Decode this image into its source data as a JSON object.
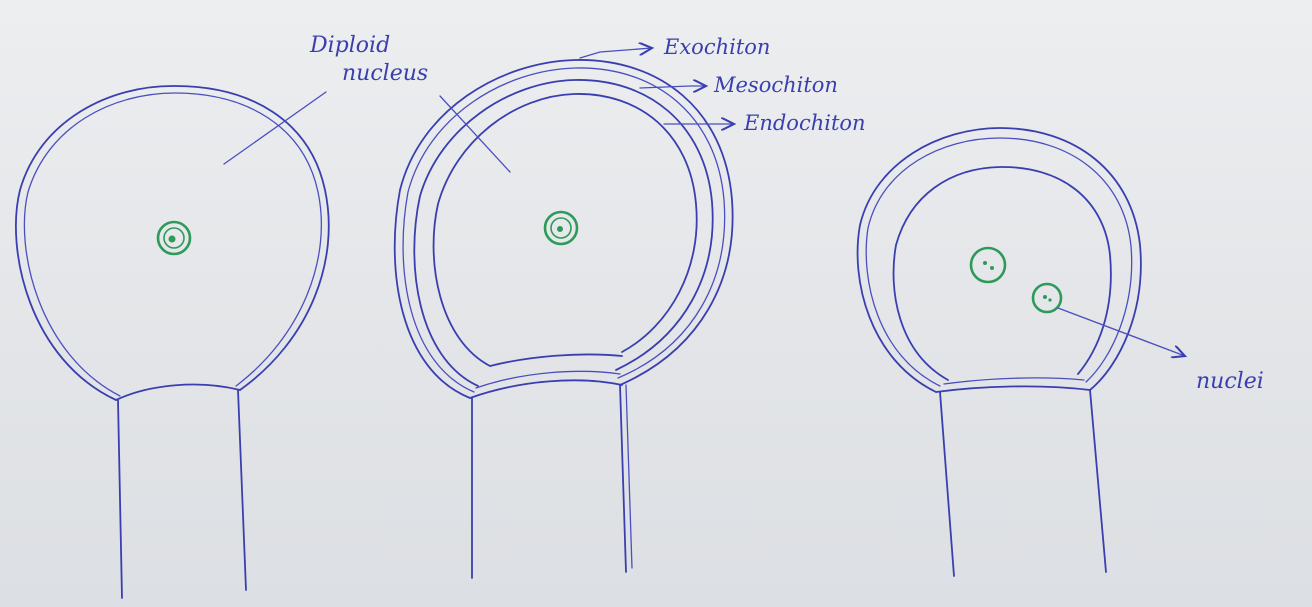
{
  "labels": {
    "diploid": "Diploid",
    "nucleus": "nucleus",
    "exochiton": "Exochiton",
    "mesochiton": "Mesochiton",
    "endochiton": "Endochiton",
    "nuclei": "nuclei"
  },
  "colors": {
    "ink": "#3a3fb0",
    "nucleus": "#2e9a5a",
    "paper": "#e4e5e7"
  }
}
